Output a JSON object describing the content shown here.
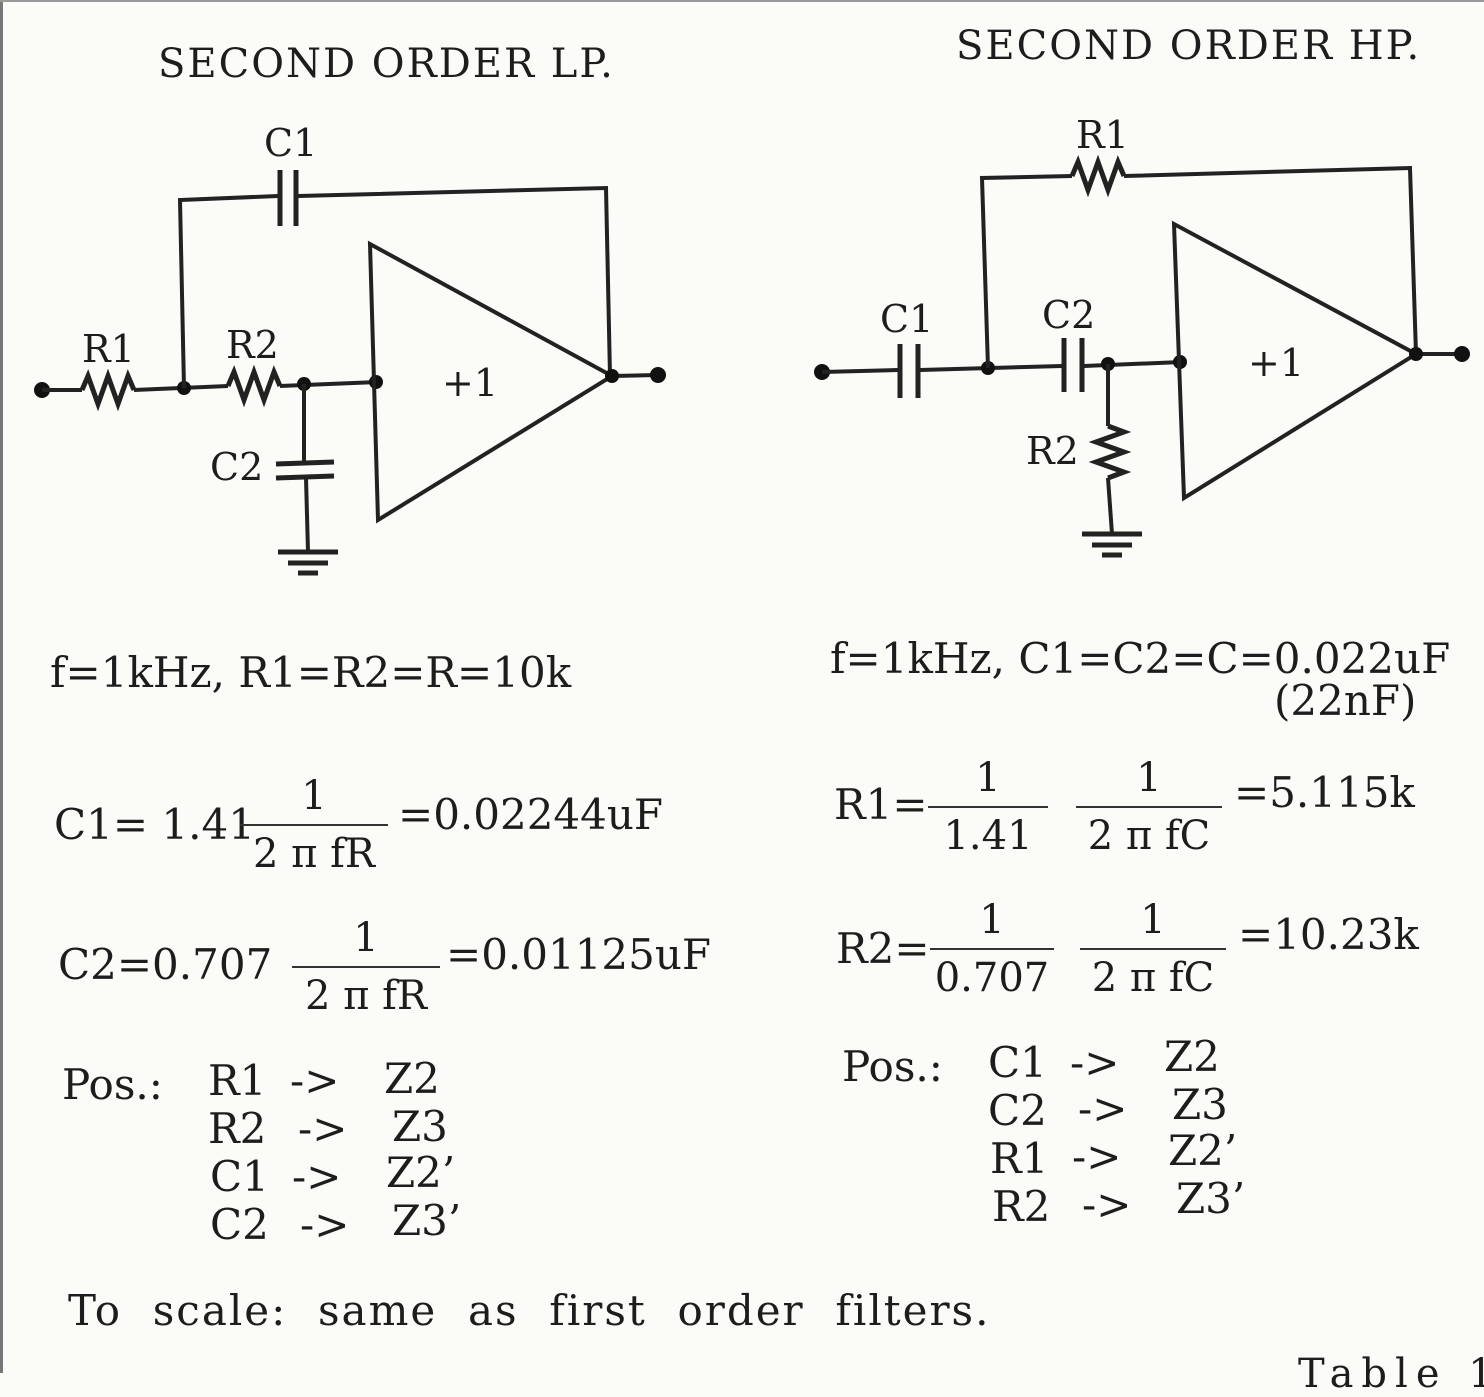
{
  "lp": {
    "title": "SECOND ORDER LP.",
    "labels": {
      "c1": "C1",
      "r1": "R1",
      "r2": "R2",
      "c2": "C2",
      "gain": "+1"
    },
    "given": "f=1kHz,  R1=R2=R=10k",
    "eq1": {
      "lhs": "C1= 1.41",
      "num": "1",
      "den": "2 π fR",
      "rhs": "=0.02244uF"
    },
    "eq2": {
      "lhs": "C2=0.707",
      "num": "1",
      "den": "2 π fR",
      "rhs": "=0.01125uF"
    },
    "pos": {
      "label": "Pos.:",
      "rows": [
        {
          "from": "R1",
          "arrow": "->",
          "to": "Z2"
        },
        {
          "from": "R2",
          "arrow": "->",
          "to": "Z3"
        },
        {
          "from": "C1",
          "arrow": "->",
          "to": "Z2’"
        },
        {
          "from": "C2",
          "arrow": "->",
          "to": "Z3’"
        }
      ]
    }
  },
  "hp": {
    "title": "SECOND ORDER HP.",
    "labels": {
      "r1": "R1",
      "c1": "C1",
      "c2": "C2",
      "r2": "R2",
      "gain": "+1"
    },
    "given": "f=1kHz,  C1=C2=C=0.022uF",
    "given2": "(22nF)",
    "eq1": {
      "lhs": "R1=",
      "num_a": "1",
      "den_a": "1.41",
      "num_b": "1",
      "den_b": "2 π fC",
      "rhs": "=5.115k"
    },
    "eq2": {
      "lhs": "R2=",
      "num_a": "1",
      "den_a": "0.707",
      "num_b": "1",
      "den_b": "2 π fC",
      "rhs": "=10.23k"
    },
    "pos": {
      "label": "Pos.:",
      "rows": [
        {
          "from": "C1",
          "arrow": "->",
          "to": "Z2"
        },
        {
          "from": "C2",
          "arrow": "->",
          "to": "Z3"
        },
        {
          "from": "R1",
          "arrow": "->",
          "to": "Z2’"
        },
        {
          "from": "R2",
          "arrow": "->",
          "to": "Z3’"
        }
      ]
    }
  },
  "footer": "To  scale:  same  as  first  order  filters.",
  "table_ref": "Table 1"
}
